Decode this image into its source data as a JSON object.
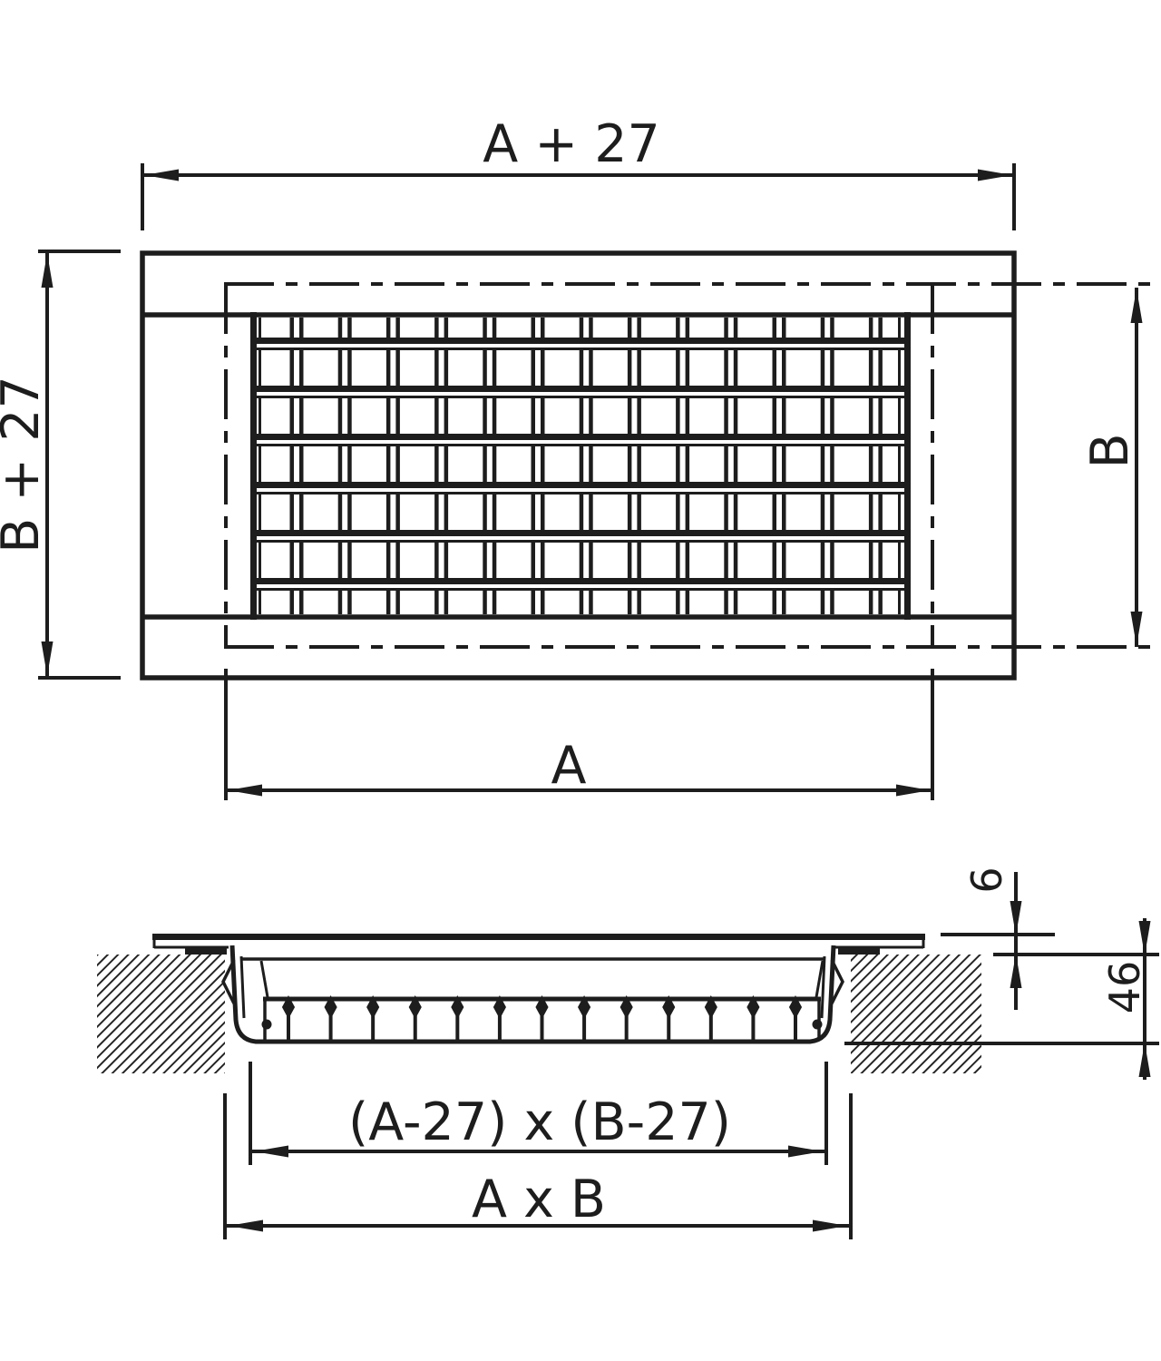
{
  "drawing": {
    "line_color": "#1d1d1d",
    "background": "#ffffff",
    "top_view": {
      "overall_width_label": "A + 27",
      "overall_height_label": "B + 27",
      "duct_height_label": "B",
      "duct_width_label": "A"
    },
    "section_view": {
      "flange_protrusion_label": "6",
      "mounting_depth_label": "46",
      "duct_connection_label": "(A-27) x (B-27)",
      "wall_opening_label": "A x B"
    }
  }
}
